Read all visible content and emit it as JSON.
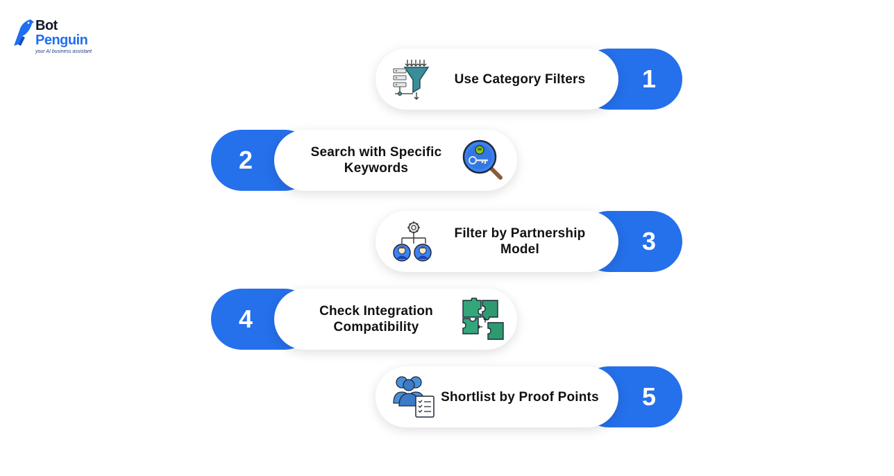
{
  "brand": {
    "name_line1": "Bot",
    "name_line2": "Penguin",
    "tagline": "your AI business assistant",
    "colors": {
      "accent": "#2570eb",
      "dark": "#111827"
    }
  },
  "steps": [
    {
      "number": "1",
      "label": "Use Category Filters",
      "icon": "funnel-filter-icon"
    },
    {
      "number": "2",
      "label": "Search with Specific Keywords",
      "icon": "key-magnifier-icon"
    },
    {
      "number": "3",
      "label": "Filter by Partnership Model",
      "icon": "partnership-network-icon"
    },
    {
      "number": "4",
      "label": "Check Integration Compatibility",
      "icon": "puzzle-pieces-icon"
    },
    {
      "number": "5",
      "label": "Shortlist by Proof Points",
      "icon": "people-checklist-icon"
    }
  ]
}
